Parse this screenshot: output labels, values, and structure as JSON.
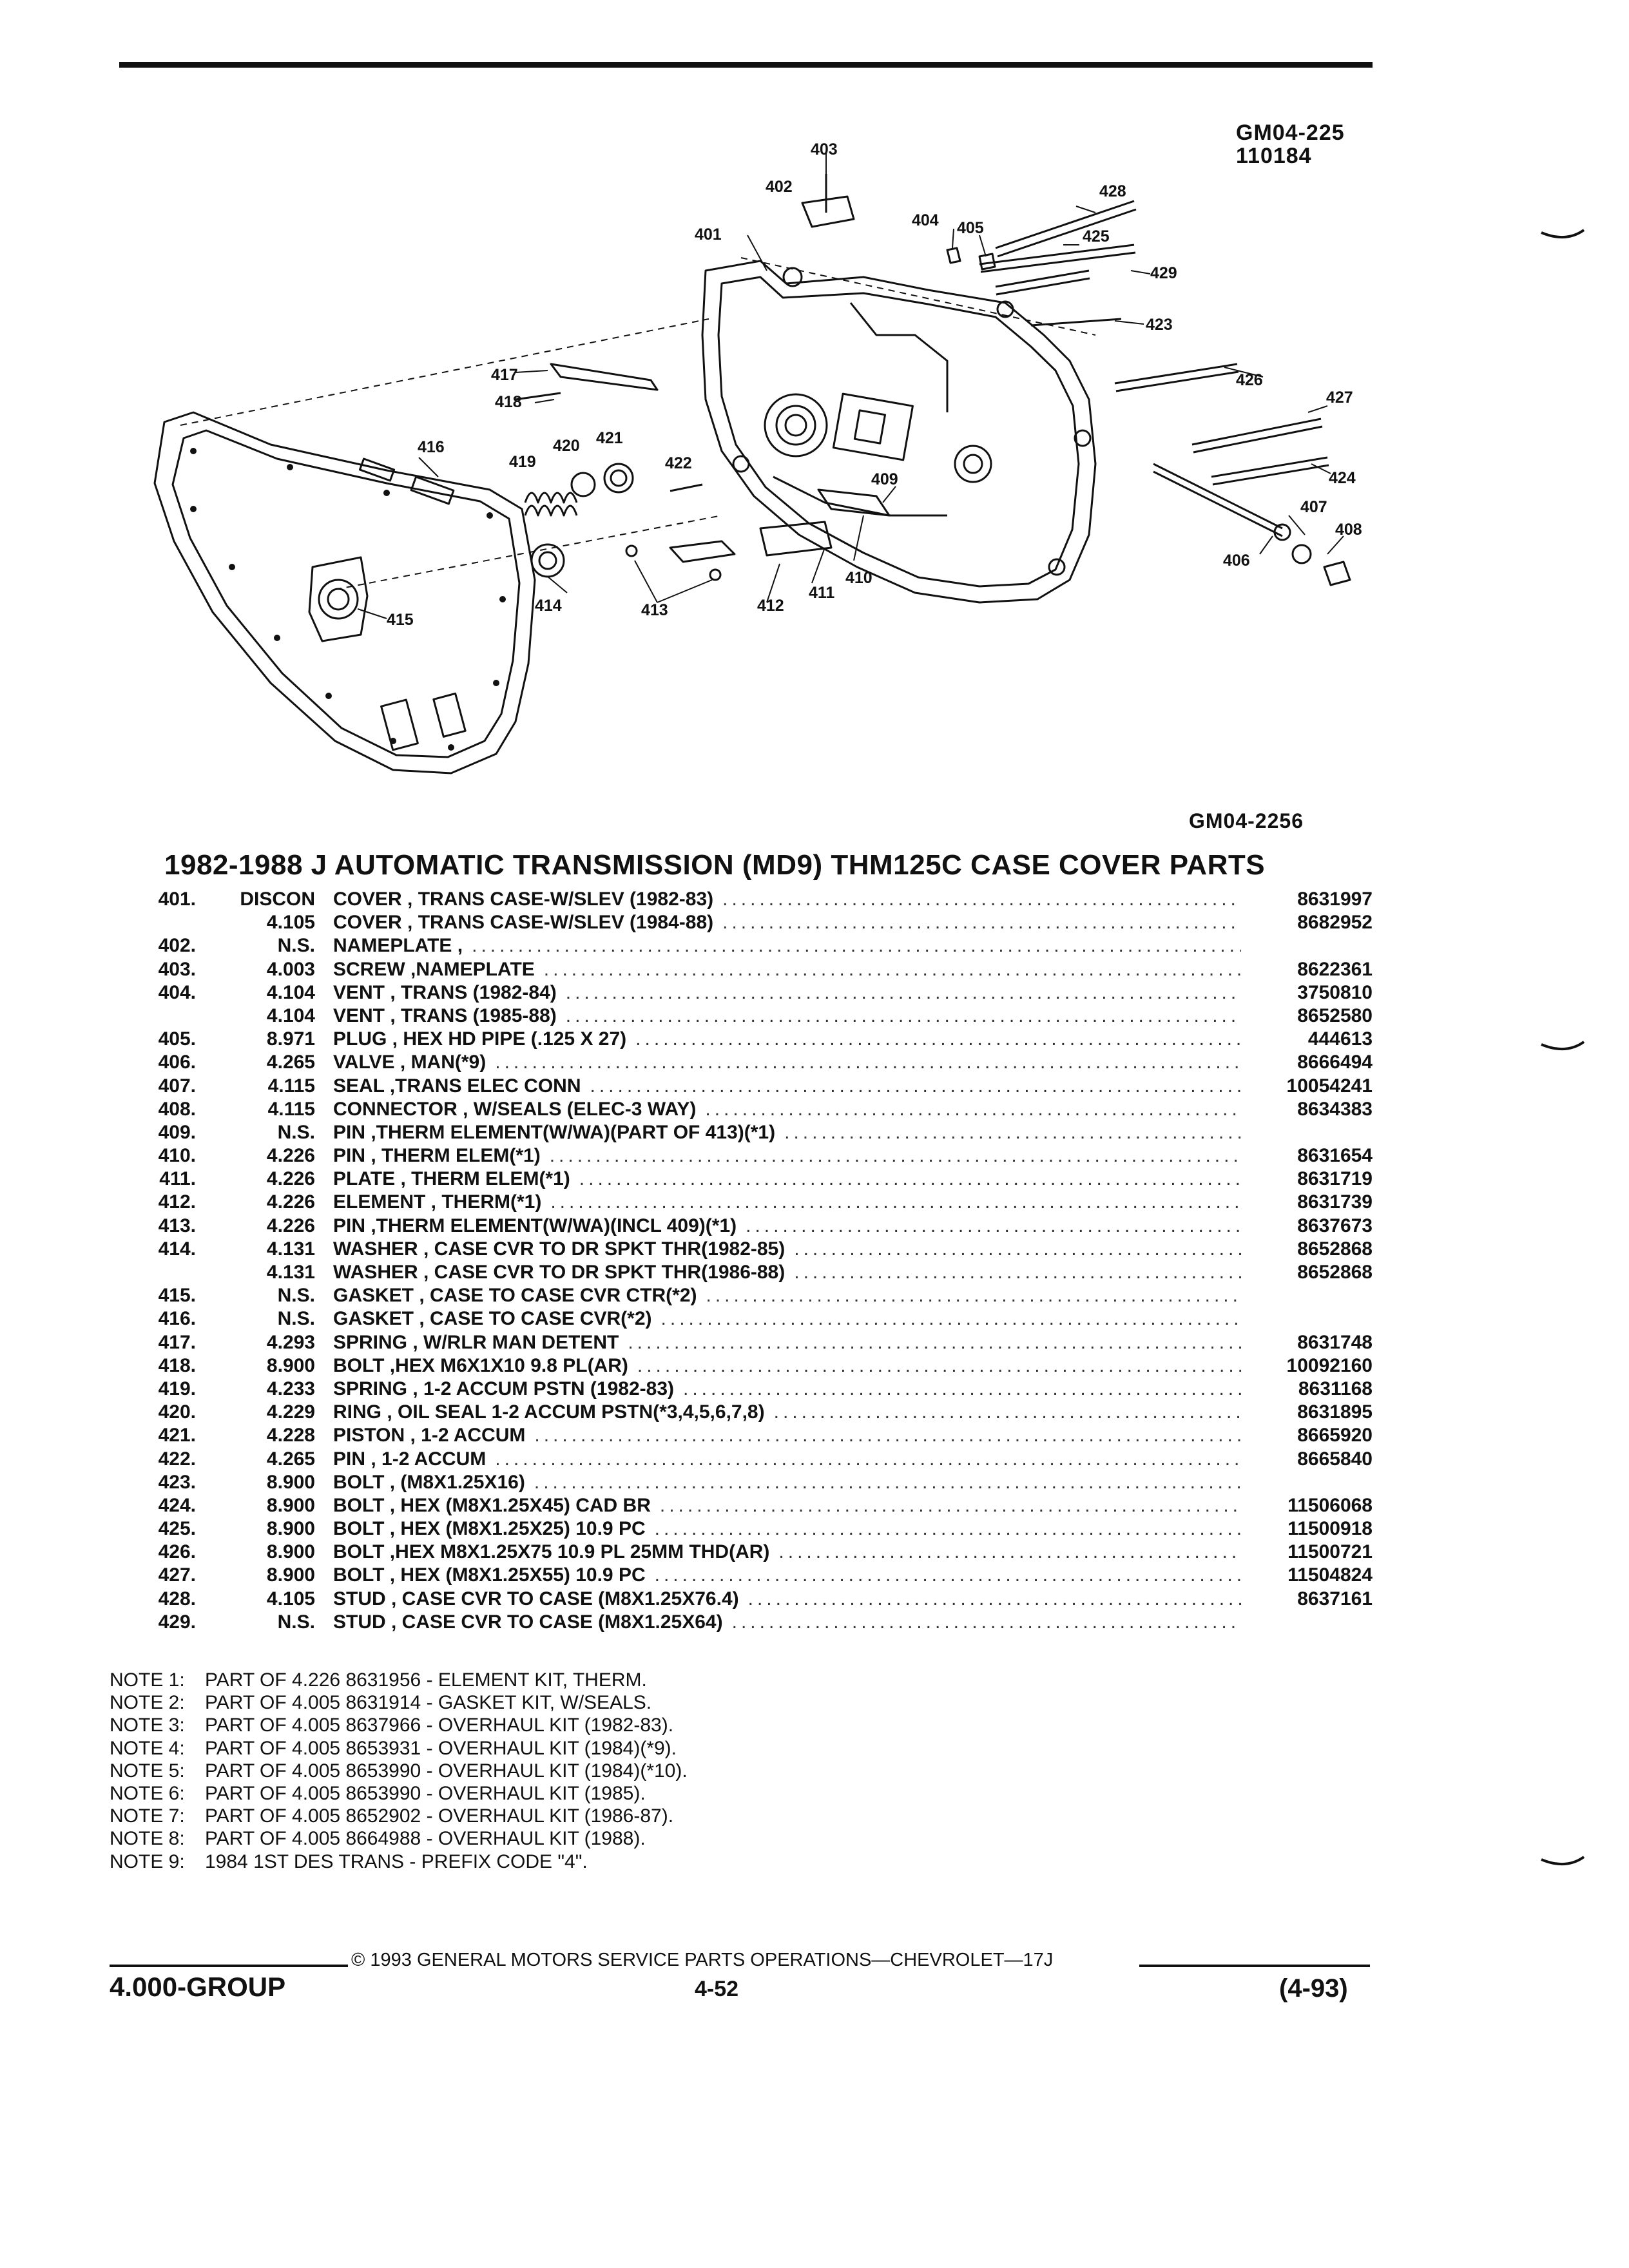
{
  "figure": {
    "code_top": [
      "GM04-225",
      "110184"
    ],
    "code_bottom": "GM04-2256",
    "callouts": [
      "401",
      "402",
      "403",
      "404",
      "405",
      "406",
      "407",
      "408",
      "409",
      "410",
      "411",
      "412",
      "413",
      "414",
      "415",
      "416",
      "417",
      "418",
      "419",
      "420",
      "421",
      "422",
      "423",
      "424",
      "425",
      "426",
      "427",
      "428",
      "429"
    ]
  },
  "title": "1982-1988 J AUTOMATIC TRANSMISSION (MD9) THM125C CASE COVER PARTS",
  "parts": [
    {
      "item": "401.",
      "code": "DISCON",
      "desc": "COVER , TRANS CASE-W/SLEV (1982-83)",
      "part": "8631997"
    },
    {
      "item": "",
      "code": "4.105",
      "desc": "COVER , TRANS CASE-W/SLEV (1984-88)",
      "part": "8682952"
    },
    {
      "item": "402.",
      "code": "N.S.",
      "desc": "NAMEPLATE ,",
      "part": ""
    },
    {
      "item": "403.",
      "code": "4.003",
      "desc": "SCREW ,NAMEPLATE",
      "part": "8622361"
    },
    {
      "item": "404.",
      "code": "4.104",
      "desc": "VENT , TRANS (1982-84)",
      "part": "3750810"
    },
    {
      "item": "",
      "code": "4.104",
      "desc": "VENT , TRANS (1985-88)",
      "part": "8652580"
    },
    {
      "item": "405.",
      "code": "8.971",
      "desc": "PLUG , HEX HD PIPE (.125 X 27)",
      "part": "444613"
    },
    {
      "item": "406.",
      "code": "4.265",
      "desc": "VALVE , MAN(*9)",
      "part": "8666494"
    },
    {
      "item": "407.",
      "code": "4.115",
      "desc": "SEAL ,TRANS ELEC CONN",
      "part": "10054241"
    },
    {
      "item": "408.",
      "code": "4.115",
      "desc": "CONNECTOR , W/SEALS (ELEC-3 WAY)",
      "part": "8634383"
    },
    {
      "item": "409.",
      "code": "N.S.",
      "desc": "PIN ,THERM ELEMENT(W/WA)(PART OF 413)(*1)",
      "part": ""
    },
    {
      "item": "410.",
      "code": "4.226",
      "desc": "PIN , THERM ELEM(*1)",
      "part": "8631654"
    },
    {
      "item": "411.",
      "code": "4.226",
      "desc": "PLATE , THERM ELEM(*1)",
      "part": "8631719"
    },
    {
      "item": "412.",
      "code": "4.226",
      "desc": "ELEMENT , THERM(*1)",
      "part": "8631739"
    },
    {
      "item": "413.",
      "code": "4.226",
      "desc": "PIN ,THERM ELEMENT(W/WA)(INCL 409)(*1)",
      "part": "8637673"
    },
    {
      "item": "414.",
      "code": "4.131",
      "desc": "WASHER , CASE CVR TO DR SPKT THR(1982-85)",
      "part": "8652868"
    },
    {
      "item": "",
      "code": "4.131",
      "desc": "WASHER , CASE CVR TO DR SPKT THR(1986-88)",
      "part": "8652868"
    },
    {
      "item": "415.",
      "code": "N.S.",
      "desc": "GASKET , CASE TO CASE CVR CTR(*2)",
      "part": ""
    },
    {
      "item": "416.",
      "code": "N.S.",
      "desc": "GASKET , CASE TO CASE CVR(*2)",
      "part": ""
    },
    {
      "item": "417.",
      "code": "4.293",
      "desc": "SPRING , W/RLR MAN DETENT",
      "part": "8631748"
    },
    {
      "item": "418.",
      "code": "8.900",
      "desc": "BOLT ,HEX M6X1X10 9.8 PL(AR)",
      "part": "10092160"
    },
    {
      "item": "419.",
      "code": "4.233",
      "desc": "SPRING , 1-2 ACCUM PSTN (1982-83)",
      "part": "8631168"
    },
    {
      "item": "420.",
      "code": "4.229",
      "desc": "RING , OIL SEAL 1-2 ACCUM PSTN(*3,4,5,6,7,8)",
      "part": "8631895"
    },
    {
      "item": "421.",
      "code": "4.228",
      "desc": "PISTON , 1-2 ACCUM",
      "part": "8665920"
    },
    {
      "item": "422.",
      "code": "4.265",
      "desc": "PIN , 1-2 ACCUM",
      "part": "8665840"
    },
    {
      "item": "423.",
      "code": "8.900",
      "desc": "BOLT , (M8X1.25X16)",
      "part": ""
    },
    {
      "item": "424.",
      "code": "8.900",
      "desc": "BOLT , HEX (M8X1.25X45) CAD BR",
      "part": "11506068"
    },
    {
      "item": "425.",
      "code": "8.900",
      "desc": "BOLT , HEX (M8X1.25X25) 10.9 PC",
      "part": "11500918"
    },
    {
      "item": "426.",
      "code": "8.900",
      "desc": "BOLT ,HEX M8X1.25X75 10.9 PL 25MM THD(AR)",
      "part": "11500721"
    },
    {
      "item": "427.",
      "code": "8.900",
      "desc": "BOLT , HEX (M8X1.25X55) 10.9 PC",
      "part": "11504824"
    },
    {
      "item": "428.",
      "code": "4.105",
      "desc": "STUD , CASE CVR TO CASE (M8X1.25X76.4)",
      "part": "8637161"
    },
    {
      "item": "429.",
      "code": "N.S.",
      "desc": "STUD , CASE CVR TO CASE (M8X1.25X64)",
      "part": ""
    }
  ],
  "notes": [
    {
      "label": "NOTE  1:",
      "text": "PART OF 4.226 8631956 - ELEMENT KIT, THERM."
    },
    {
      "label": "NOTE  2:",
      "text": "PART OF 4.005 8631914 - GASKET KIT, W/SEALS."
    },
    {
      "label": "NOTE  3:",
      "text": "PART OF 4.005 8637966 - OVERHAUL KIT (1982-83)."
    },
    {
      "label": "NOTE  4:",
      "text": "PART OF 4.005 8653931 - OVERHAUL KIT (1984)(*9)."
    },
    {
      "label": "NOTE  5:",
      "text": "PART OF 4.005 8653990 - OVERHAUL KIT (1984)(*10)."
    },
    {
      "label": "NOTE  6:",
      "text": "PART OF 4.005 8653990 - OVERHAUL KIT (1985)."
    },
    {
      "label": "NOTE  7:",
      "text": "PART OF 4.005 8652902 - OVERHAUL KIT (1986-87)."
    },
    {
      "label": "NOTE  8:",
      "text": "PART OF 4.005 8664988 - OVERHAUL KIT (1988)."
    },
    {
      "label": "NOTE  9:",
      "text": "1984 1ST DES TRANS - PREFIX CODE \"4\"."
    }
  ],
  "footer": {
    "copyright": "© 1993  GENERAL MOTORS SERVICE PARTS OPERATIONS—CHEVROLET—17J",
    "group": "4.000-GROUP",
    "page": "4-52",
    "date": "(4-93)"
  }
}
